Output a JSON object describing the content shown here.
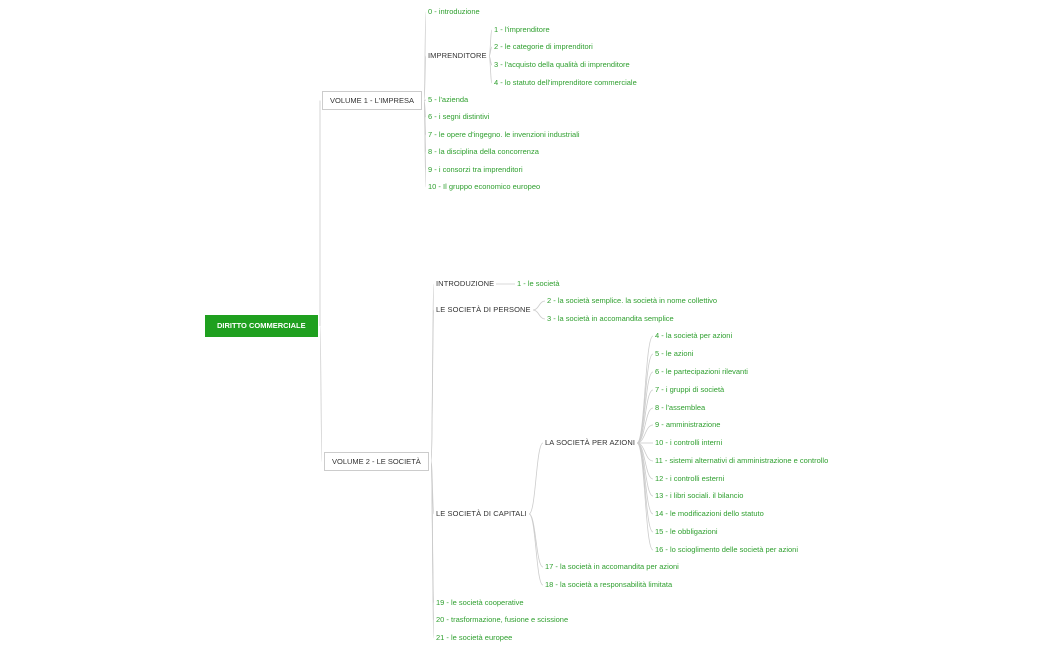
{
  "root": {
    "label": "DIRITTO COMMERCIALE"
  },
  "volume1": {
    "label": "VOLUME 1 - L'IMPRESA",
    "items": {
      "c0": "0 - introduzione",
      "imprenditore": "IMPRENDITORE",
      "c1": "1 - l'imprenditore",
      "c2": "2 - le categorie di imprenditori",
      "c3": "3 - l'acquisto della qualità di imprenditore",
      "c4": "4 - lo statuto dell'imprenditore commerciale",
      "c5": "5 - l'azienda",
      "c6": "6 - i segni distintivi",
      "c7": "7 - le opere d'ingegno. le invenzioni industriali",
      "c8": "8 - la disciplina della concorrenza",
      "c9": "9 - i consorzi tra imprenditori",
      "c10": "10 - Il gruppo economico europeo"
    }
  },
  "volume2": {
    "label": "VOLUME 2 - LE SOCIETÀ",
    "items": {
      "introduzione": "INTRODUZIONE",
      "c1": "1 - le società",
      "persone": "LE SOCIETÀ DI PERSONE",
      "c2": "2 - la società semplice. la società in nome collettivo",
      "c3": "3 - la società in accomandita semplice",
      "capitali": "LE SOCIETÀ DI CAPITALI",
      "spa": "LA SOCIETÀ PER AZIONI",
      "c4": "4 - la società per azioni",
      "c5": "5 - le azioni",
      "c6": "6 - le partecipazioni rilevanti",
      "c7": "7 - i gruppi di società",
      "c8": "8 - l'assemblea",
      "c9": "9 - amministrazione",
      "c10": "10 - i controlli interni",
      "c11": "11 - sistemi alternativi di amministrazione e controllo",
      "c12": "12 - i controlli esterni",
      "c13": "13 - i libri sociali. il bilancio",
      "c14": "14 - le modificazioni dello statuto",
      "c15": "15 - le obbligazioni",
      "c16": "16 - lo scioglimento delle società per azioni",
      "c17": "17 - la società in accomandita per azioni",
      "c18": "18 - la società a responsabilità limitata",
      "c19": "19 - le società cooperative",
      "c20": "20 - trasformazione, fusione e scissione",
      "c21": "21 - le società europee"
    }
  },
  "colors": {
    "accent": "#1fa01f",
    "leaf_text": "#2e9f2e",
    "connector": "#cccccc"
  }
}
